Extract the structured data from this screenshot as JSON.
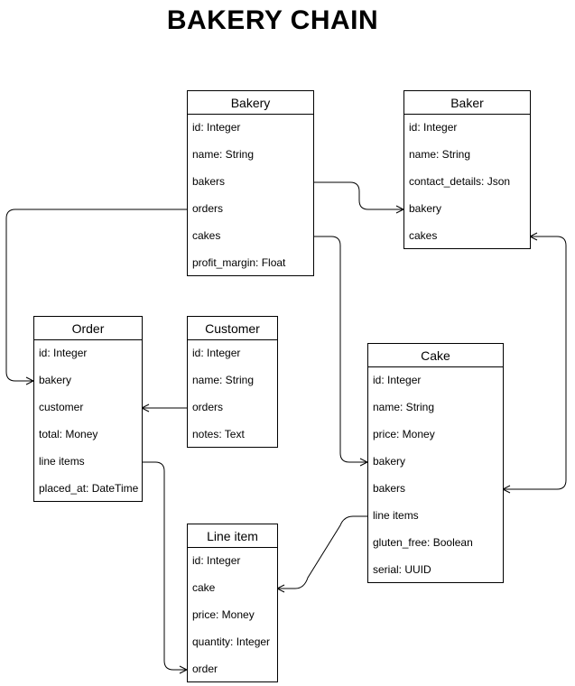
{
  "title": "BAKERY CHAIN",
  "entities": {
    "bakery": {
      "name": "Bakery",
      "fields": [
        "id: Integer",
        "name: String",
        "bakers",
        "orders",
        "cakes",
        "profit_margin: Float"
      ]
    },
    "baker": {
      "name": "Baker",
      "fields": [
        "id: Integer",
        "name: String",
        "contact_details: Json",
        "bakery",
        "cakes"
      ]
    },
    "order": {
      "name": "Order",
      "fields": [
        "id: Integer",
        "bakery",
        "customer",
        "total: Money",
        "line items",
        "placed_at: DateTime"
      ]
    },
    "customer": {
      "name": "Customer",
      "fields": [
        "id: Integer",
        "name: String",
        "orders",
        "notes: Text"
      ]
    },
    "cake": {
      "name": "Cake",
      "fields": [
        "id: Integer",
        "name: String",
        "price: Money",
        "bakery",
        "bakers",
        "line items",
        "gluten_free: Boolean",
        "serial: UUID"
      ]
    },
    "lineitem": {
      "name": "Line item",
      "fields": [
        "id: Integer",
        "cake",
        "price: Money",
        "quantity: Integer",
        "order"
      ]
    }
  }
}
